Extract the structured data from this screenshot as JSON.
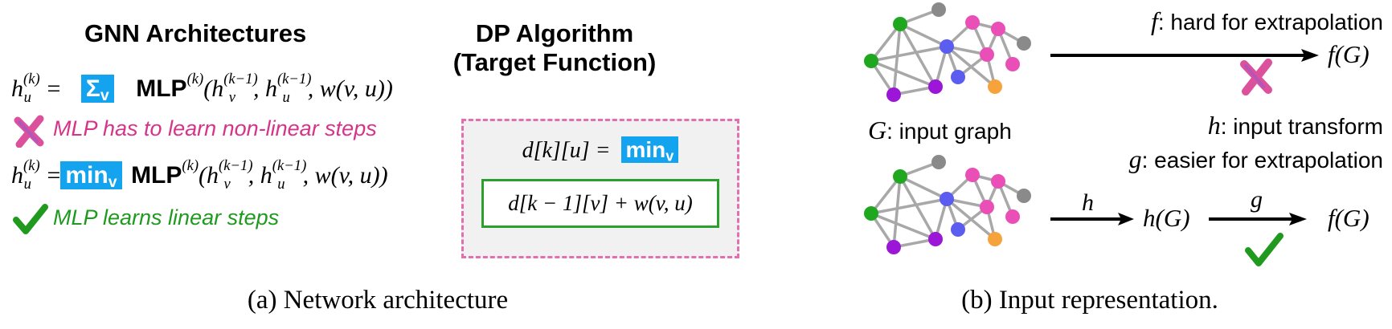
{
  "panel_a": {
    "gnn_title": "GNN Architectures",
    "dp_title_line1": "DP Algorithm",
    "dp_title_line2": "(Target Function)",
    "eq1": {
      "lhs": "h",
      "lhs_sup": "(k)",
      "lhs_sub": "u",
      "equals": "=",
      "agg_symbol": "Σ",
      "agg_sub": "v",
      "mlp": "MLP",
      "mlp_sup": "(k)",
      "args": "(h",
      "arg1_sup": "(k−1)",
      "arg1_sub": "v",
      "arg2": ", h",
      "arg2_sup": "(k−1)",
      "arg2_sub": "u",
      "tail": ", w(v, u))"
    },
    "eq1_note": "MLP has to learn non-linear steps",
    "eq2": {
      "agg_word": "min",
      "agg_sub": "v"
    },
    "eq2_note": "MLP learns linear steps",
    "dp_eq_left": "d[k][u] =",
    "dp_eq_min": "min",
    "dp_eq_min_sub": "v",
    "dp_eq_inner": "d[k − 1][v] + w(v, u)",
    "caption": "(a) Network architecture",
    "colors": {
      "highlight": "#14a3ee",
      "bad_note": "#d6338a",
      "good_note": "#1f9a1f",
      "dashed_border": "#e070b0",
      "inner_border": "#2ca02c"
    }
  },
  "panel_b": {
    "f_label_sym": "f",
    "f_label_text": ": hard for extrapolation",
    "fG_top": "f(G)",
    "graph_label_sym": "G",
    "graph_label_text": ": input graph",
    "h_label_sym": "h",
    "h_label_text": ": input transform",
    "g_label_sym": "g",
    "g_label_text": ": easier for extrapolation",
    "arrow_h": "h",
    "hG": "h(G)",
    "arrow_g": "g",
    "fG_bottom": "f(G)",
    "caption": "(b) Input representation.",
    "node_colors": {
      "green": "#1fa81f",
      "purple": "#9b16d6",
      "blue": "#5b5cf0",
      "pink": "#ea4fb8",
      "orange": "#f5a33a",
      "grey": "#8a8a8a",
      "edge": "#a8a8a8"
    }
  },
  "icons": {
    "cross": "cross-mark-icon",
    "check": "check-mark-icon"
  }
}
